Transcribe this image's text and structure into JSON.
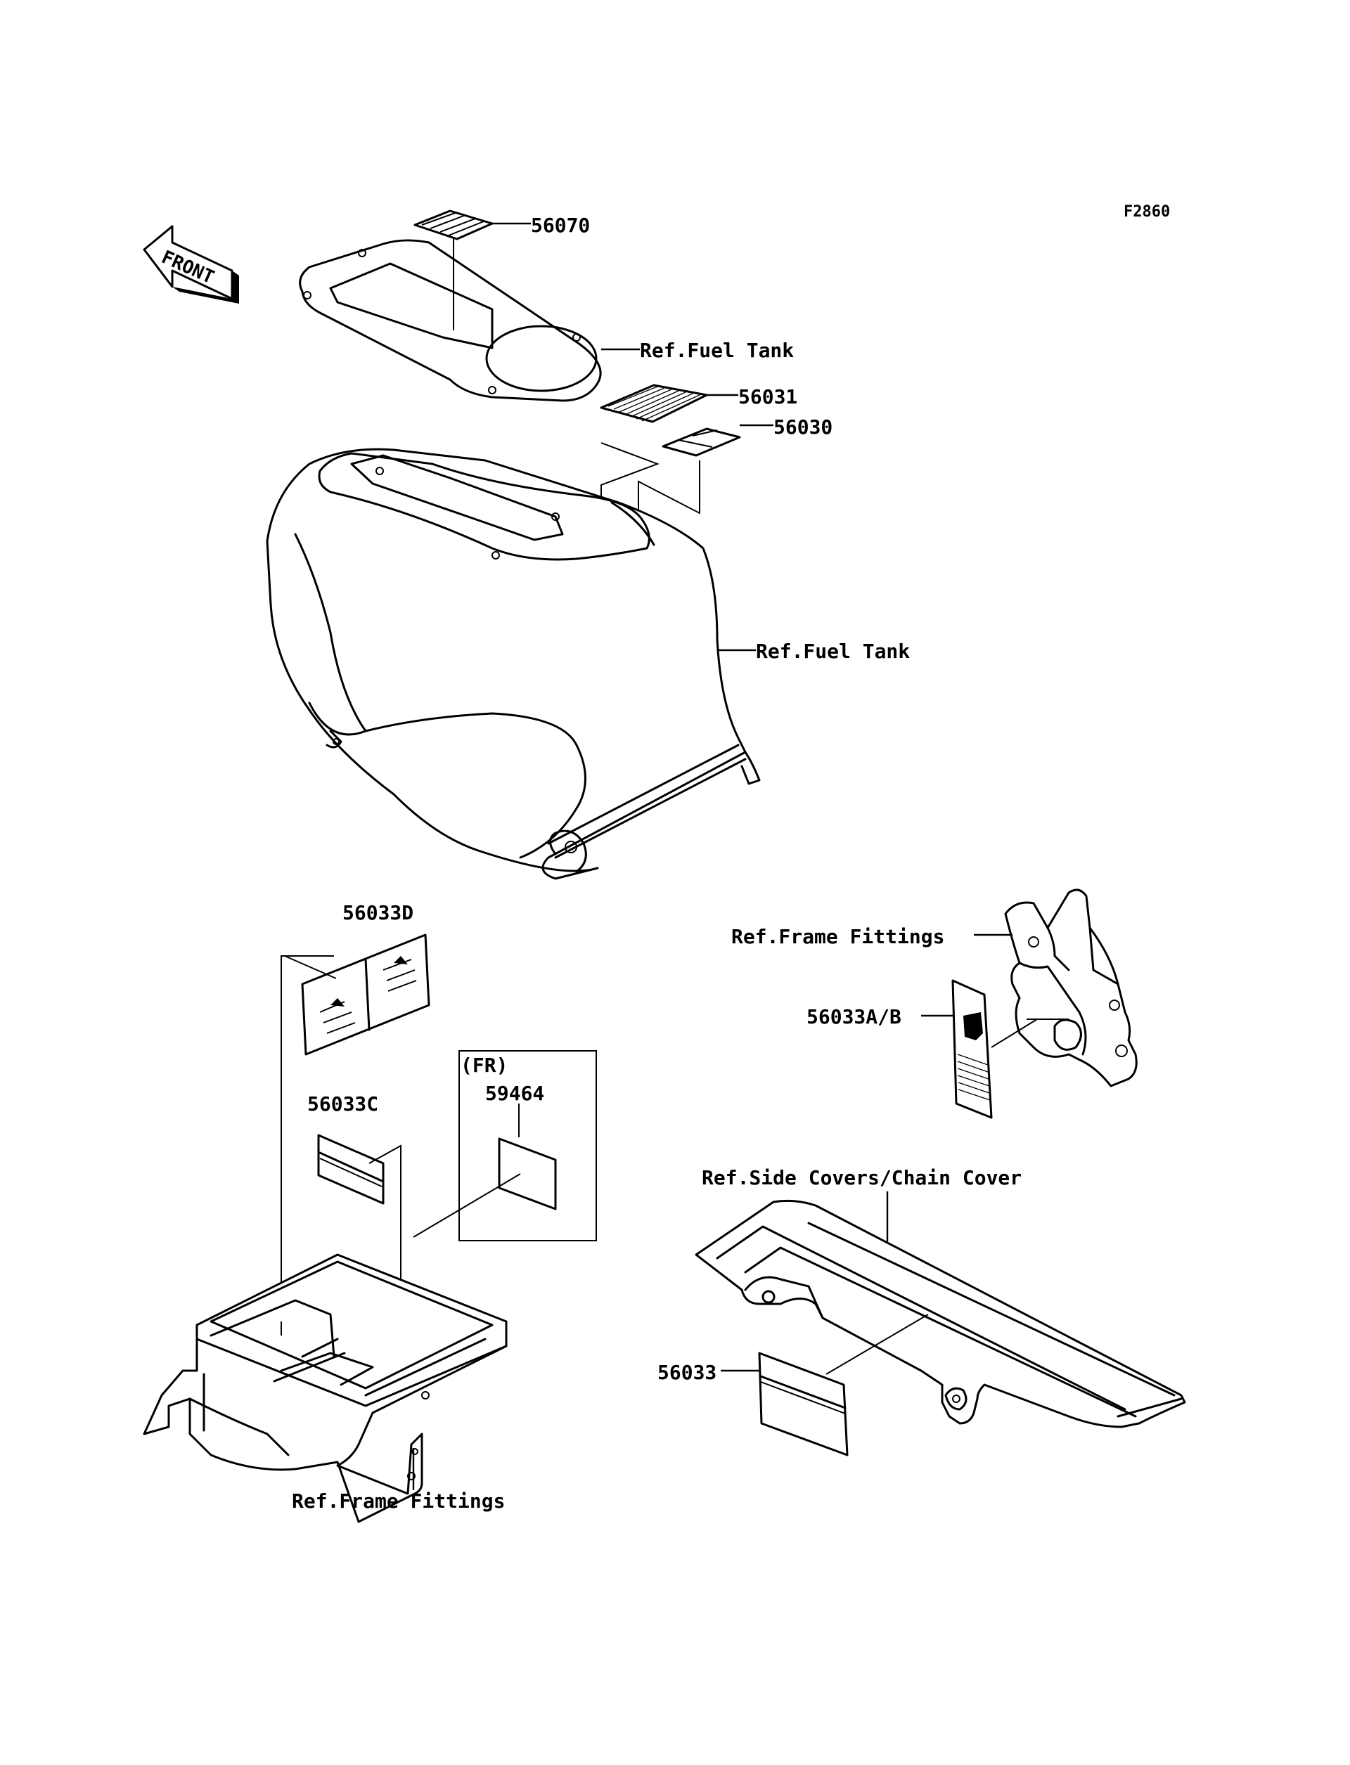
{
  "figure_code": "F2860",
  "front_arrow": {
    "label": "FRONT",
    "icon": "front-arrow-icon"
  },
  "callouts": {
    "top_label": "56070",
    "fuel_tank_cover_ref": "Ref.Fuel Tank",
    "label_56031": "56031",
    "label_56030": "56030",
    "fuel_tank_ref": "Ref.Fuel Tank",
    "label_56033d": "56033D",
    "frame_fittings_right_ref": "Ref.Frame Fittings",
    "label_56033ab": "56033A/B",
    "fr_note": "(FR)",
    "label_59464": "59464",
    "label_56033c": "56033C",
    "side_covers_ref": "Ref.Side Covers/Chain Cover",
    "label_56033": "56033",
    "frame_fittings_bottom_ref": "Ref.Frame Fittings"
  }
}
